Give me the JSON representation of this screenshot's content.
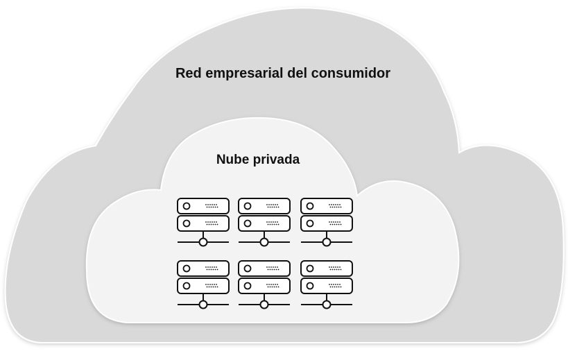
{
  "outer_cloud": {
    "label": "Red empresarial del consumidor",
    "fill": "#d9d9d9",
    "stroke": "#ffffff"
  },
  "inner_cloud": {
    "label": "Nube privada",
    "fill": "#f3f3f3",
    "stroke": "#ffffff"
  },
  "server_icon": {
    "name": "server-rack-icon",
    "count": 6,
    "rows": 2,
    "columns": 3,
    "stroke": "#111111"
  }
}
